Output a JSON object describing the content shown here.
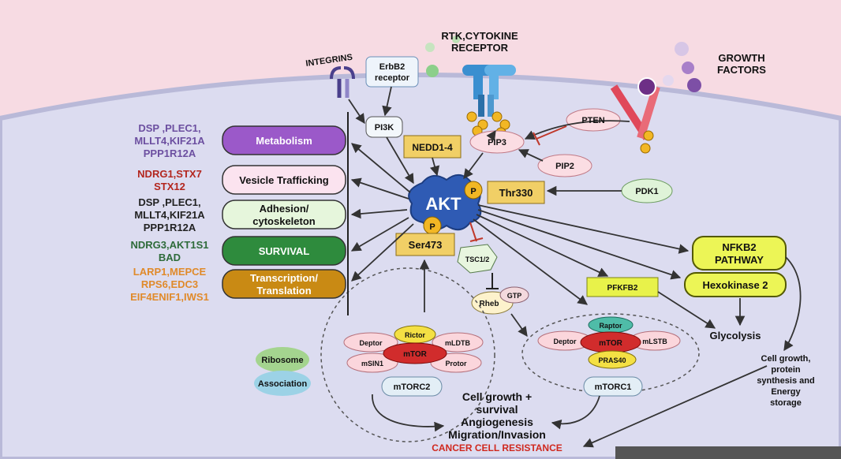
{
  "labels": {
    "rtk": [
      "RTK,CYTOKINE",
      "RECEPTOR"
    ],
    "integrins": "INTEGRINS",
    "growth": [
      "GROWTH",
      "FACTORS"
    ],
    "erbb2": [
      "ErbB2",
      "receptor"
    ],
    "pi3k": "PI3K",
    "pip3": "PIP3",
    "pip2": "PIP2",
    "pten": "PTEN",
    "nedd": "NEDD1-4",
    "akt": "AKT",
    "p": "P",
    "thr330": "Thr330",
    "ser473": "Ser473",
    "pdk1": "PDK1",
    "tsc": "TSC1/2",
    "rheb": "Rheb",
    "gtp": "GTP",
    "nfkb2": [
      "NFKB2",
      "PATHWAY"
    ],
    "hexokinase": "Hexokinase 2",
    "pfkfb2": "PFKFB2",
    "glycolysis": "Glycolysis",
    "cellgrowth": [
      "Cell growth,",
      "protein",
      "synthesis and",
      "Energy",
      "storage"
    ],
    "ribosome": "Ribosome",
    "association": "Association",
    "mtorc2": {
      "name": "mTORC2",
      "core": "mTOR",
      "rictor": "Rictor",
      "deptor": "Deptor",
      "mldtb": "mLDTB",
      "msin1": "mSIN1",
      "protor": "Protor"
    },
    "mtorc1": {
      "name": "mTORC1",
      "core": "mTOR",
      "raptor": "Raptor",
      "deptor": "Deptor",
      "mlstb": "mLSTB",
      "pras40": "PRAS40"
    },
    "outcomes": [
      "Cell growth +",
      "survival",
      "Angiogenesis",
      "Migration/Invasion"
    ],
    "resistance": "CANCER CELL RESISTANCE"
  },
  "functions": [
    {
      "label": [
        "Metabolism"
      ],
      "color": "#9b59c9",
      "text": "#ffffff",
      "genes": [
        "DSP ,PLEC1,",
        "MLLT4,KIF21A",
        "PPP1R12A"
      ],
      "geneColor": "#6c4fa0"
    },
    {
      "label": [
        "Vesicle Trafficking"
      ],
      "color": "#fbe3ef",
      "text": "#111111",
      "genes": [
        "NDRG1,STX7",
        "STX12"
      ],
      "geneColor": "#b3261e"
    },
    {
      "label": [
        "Adhesion/",
        "cytoskeleton"
      ],
      "color": "#e6f6dc",
      "text": "#111111",
      "genes": [
        "DSP ,PLEC1,",
        "MLLT4,KIF21A",
        "PPP1R12A"
      ],
      "geneColor": "#222222"
    },
    {
      "label": [
        "SURVIVAL"
      ],
      "color": "#2e8b3d",
      "text": "#ffffff",
      "genes": [
        "NDRG3,AKT1S1",
        "BAD"
      ],
      "geneColor": "#2e6b3a"
    },
    {
      "label": [
        "Transcription/",
        "Translation"
      ],
      "color": "#c98a14",
      "text": "#ffffff",
      "genes": [
        "LARP1,MEPCE",
        "RPS6,EDC3",
        "EIF4ENIF1,IWS1"
      ],
      "geneColor": "#e08a2a"
    }
  ]
}
